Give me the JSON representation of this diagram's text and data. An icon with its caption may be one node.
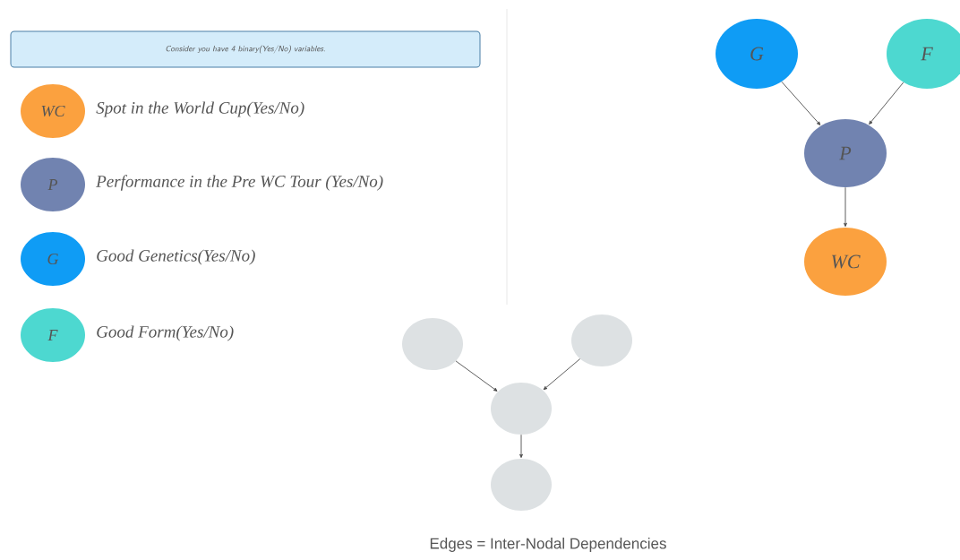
{
  "diagram": {
    "caption": "Edges = Inter-Nodal Dependencies",
    "nodes": [
      {
        "text": [
          "Consider you have 4 binary(Yes/No) variables."
        ]
      },
      {
        "text": [
          "WC"
        ],
        "beside": [
          "Spot in the World Cup(Yes/No)"
        ]
      },
      {
        "text": [
          "P"
        ],
        "beside": [
          "Performance in the Pre WC Tour (Yes/No)"
        ]
      },
      {
        "text": [
          "G"
        ],
        "beside": [
          "Good Genetics(Yes/No)"
        ]
      },
      {
        "text": [
          "F"
        ],
        "beside": [
          "Good Form(Yes/No)"
        ]
      },
      {
        "text": [
          "G"
        ]
      },
      {
        "text": [
          "F"
        ]
      },
      {
        "text": [
          "P"
        ]
      },
      {
        "text": [
          "WC"
        ]
      },
      {
        "text": [],
        "shape": "circle"
      },
      {
        "text": [],
        "shape": "circle"
      },
      {
        "text": [],
        "shape": "circle"
      },
      {
        "text": [],
        "shape": "circle"
      }
    ],
    "edges": [
      {
        "from": 5,
        "to": 7,
        "arrow": "to"
      },
      {
        "from": 6,
        "to": 7,
        "arrow": "to"
      },
      {
        "from": 7,
        "to": 8,
        "arrow": "to"
      },
      {
        "from": 9,
        "to": 11,
        "arrow": "to"
      },
      {
        "from": 10,
        "to": 11,
        "arrow": "to"
      },
      {
        "from": 11,
        "to": 12,
        "arrow": "to"
      }
    ]
  }
}
